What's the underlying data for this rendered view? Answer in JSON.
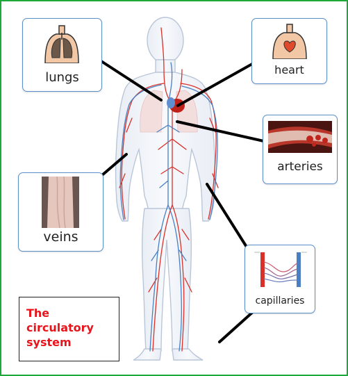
{
  "title": {
    "lines": [
      "The",
      "circulatory",
      "system"
    ],
    "color": "#e8141c"
  },
  "labels": {
    "lungs": "lungs",
    "heart": "heart",
    "arteries": "arteries",
    "veins": "veins",
    "capillaries": "capillaries"
  },
  "icons": {
    "lungs": "lungs-torso-icon",
    "heart": "heart-torso-icon",
    "arteries": "artery-photo",
    "veins": "vein-arm-photo",
    "capillaries": "capillary-diagram"
  },
  "colors": {
    "frame": "#1fa83a",
    "card_border": "#5b8fc9",
    "artery": "#d9302a",
    "vein": "#4a7fc2",
    "connector": "#000000"
  }
}
